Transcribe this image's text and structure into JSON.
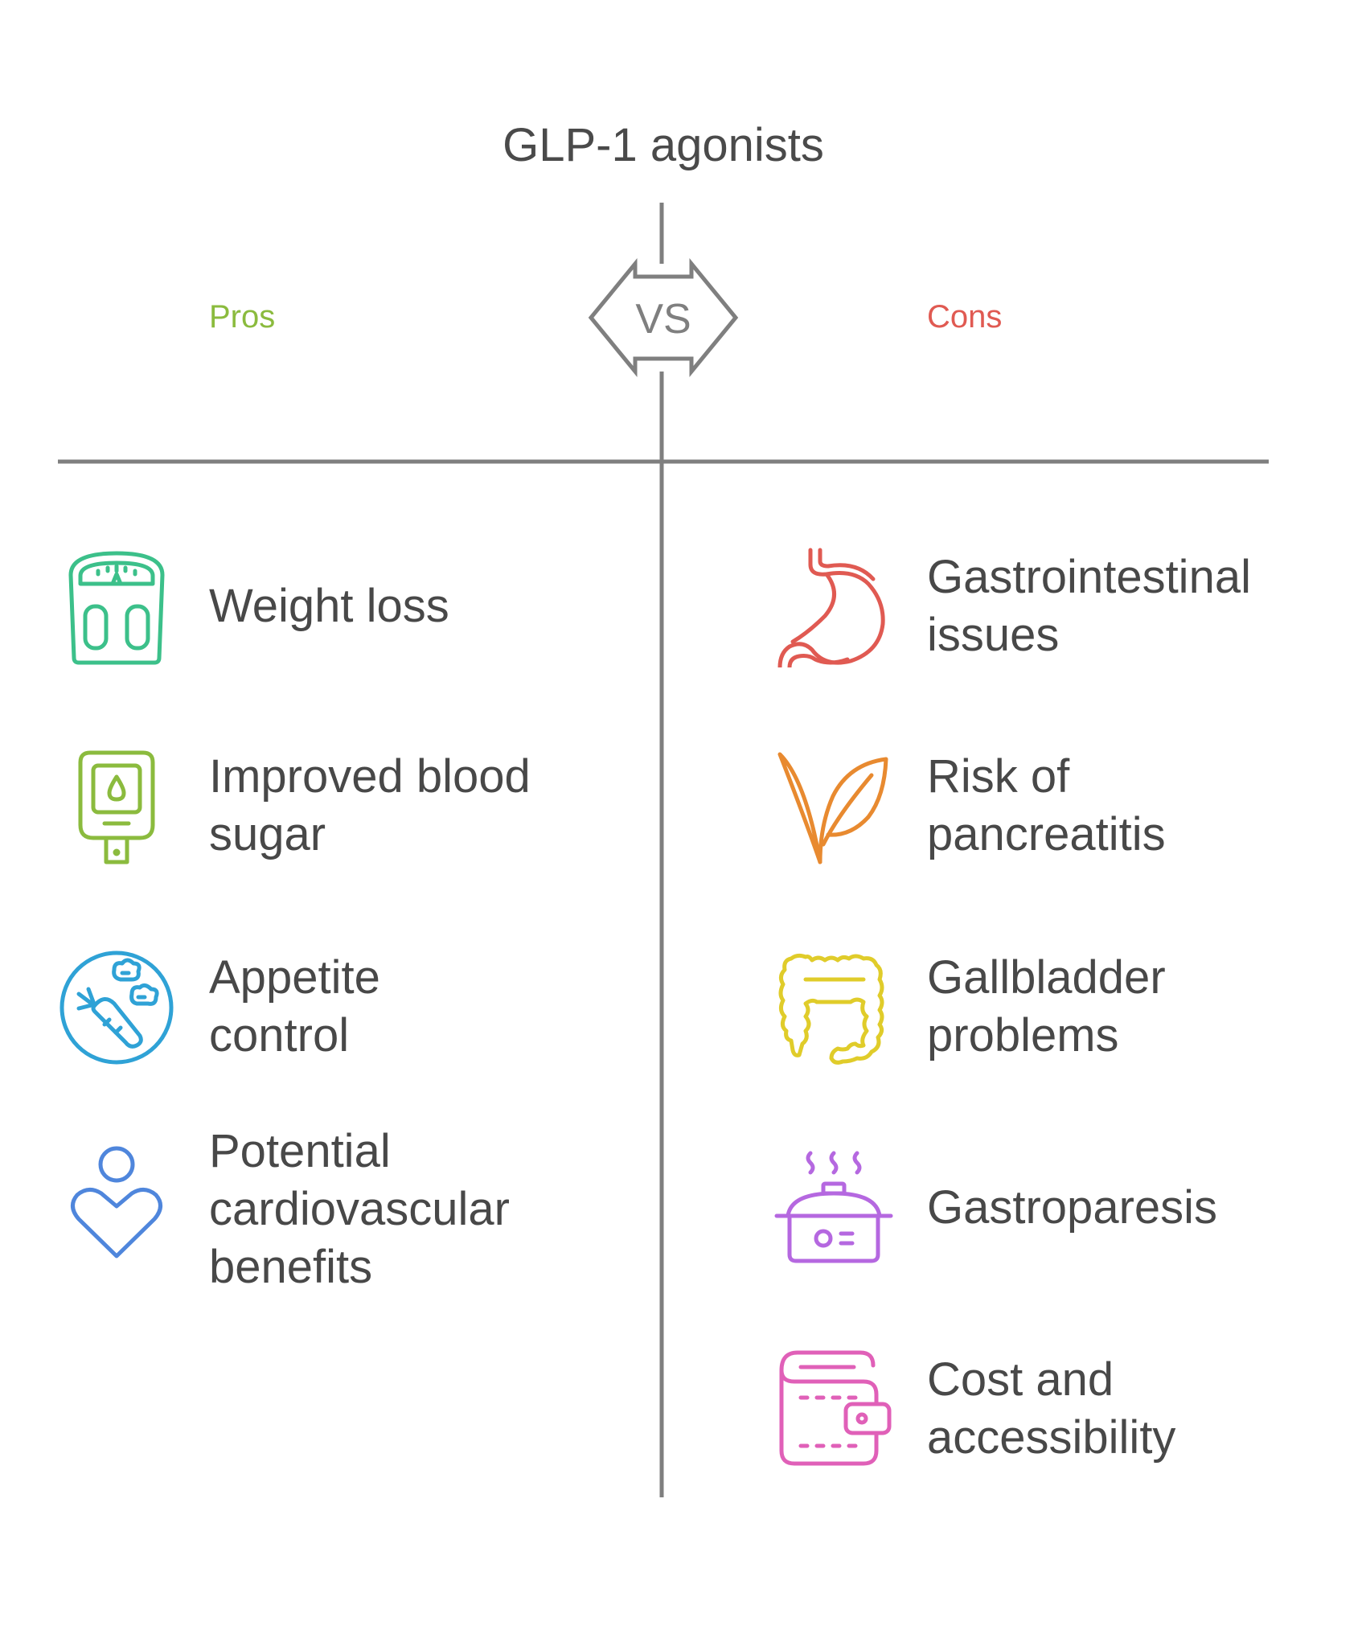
{
  "title": "GLP-1 agonists",
  "vs_label": "VS",
  "pros": {
    "label": "Pros",
    "color": "#8bbb3e",
    "items": [
      {
        "lines": [
          "Weight loss"
        ],
        "icon": "weighing-scale-icon",
        "color": "#3cc08a"
      },
      {
        "lines": [
          "Improved blood",
          "sugar"
        ],
        "icon": "glucose-meter-icon",
        "color": "#8bbb3e"
      },
      {
        "lines": [
          "Appetite",
          "control"
        ],
        "icon": "healthy-food-plate-icon",
        "color": "#2fa2d6"
      },
      {
        "lines": [
          "Potential",
          "cardiovascular",
          "benefits"
        ],
        "icon": "person-heart-icon",
        "color": "#4f86dc"
      }
    ]
  },
  "cons": {
    "label": "Cons",
    "color": "#e05a52",
    "items": [
      {
        "lines": [
          "Gastrointestinal",
          "issues"
        ],
        "icon": "stomach-icon",
        "color": "#e05a52"
      },
      {
        "lines": [
          "Risk of",
          "pancreatitis"
        ],
        "icon": "leaf-pancreas-icon",
        "color": "#e88a30"
      },
      {
        "lines": [
          "Gallbladder",
          "problems"
        ],
        "icon": "intestine-icon",
        "color": "#e0cc2a"
      },
      {
        "lines": [
          "Gastroparesis"
        ],
        "icon": "steaming-pot-icon",
        "color": "#b568e0"
      },
      {
        "lines": [
          "Cost and",
          "accessibility"
        ],
        "icon": "wallet-icon",
        "color": "#e060b8"
      }
    ]
  },
  "line_color": "#7f7f7f"
}
